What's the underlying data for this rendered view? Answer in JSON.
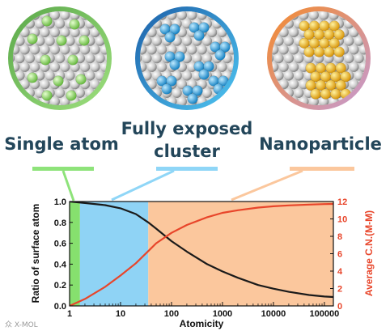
{
  "illustrations": {
    "single_atom_label": "Single atom",
    "cluster_label_line1": "Fully exposed",
    "cluster_label_line2": "cluster",
    "nanoparticle_label": "Nanoparticle",
    "colors": {
      "single_atom": "#8fd45c",
      "cluster": "#1aa0e0",
      "nanoparticle": "#f4b400",
      "ring_green": "#6fbf58",
      "ring_blue": "#1d7fc4",
      "ring_orange": "#f08a3c"
    }
  },
  "watermark": "众 X-MOL",
  "chart_data": {
    "type": "line",
    "xlabel": "Atomicity",
    "ylabel": "Ratio of surface atom",
    "y2label": "Average C.N.(M-M)",
    "xscale": "log",
    "xlim": [
      1,
      150000
    ],
    "ylim": [
      0,
      1.0
    ],
    "y2lim": [
      0,
      12
    ],
    "x_ticks": [
      "1",
      "10",
      "100",
      "1000",
      "10000",
      "100000"
    ],
    "y_ticks": [
      "0.0",
      "0.2",
      "0.4",
      "0.6",
      "0.8",
      "1.0"
    ],
    "y2_ticks": [
      "0",
      "2",
      "4",
      "6",
      "8",
      "10",
      "12"
    ],
    "regions": [
      {
        "x_from": 1,
        "x_to": 1.6,
        "color": "#86e06e"
      },
      {
        "x_from": 1.6,
        "x_to": 35,
        "color": "#8fd3f5"
      },
      {
        "x_from": 35,
        "x_to": 150000,
        "color": "#fbc79d"
      }
    ],
    "series": [
      {
        "axis": "left",
        "color": "#1a1a1a",
        "x": [
          1,
          2,
          5,
          10,
          20,
          35,
          50,
          100,
          200,
          500,
          1000,
          2000,
          5000,
          10000,
          20000,
          50000,
          100000,
          150000
        ],
        "values": [
          1.0,
          0.985,
          0.965,
          0.935,
          0.88,
          0.8,
          0.74,
          0.62,
          0.52,
          0.4,
          0.33,
          0.27,
          0.2,
          0.165,
          0.135,
          0.105,
          0.09,
          0.085
        ]
      },
      {
        "axis": "right",
        "color": "#e8452a",
        "x": [
          1,
          2,
          5,
          10,
          20,
          35,
          50,
          100,
          200,
          500,
          1000,
          2000,
          5000,
          10000,
          20000,
          50000,
          100000,
          150000
        ],
        "values": [
          0,
          0.8,
          2.2,
          3.5,
          4.9,
          6.3,
          7.2,
          8.4,
          9.3,
          10.2,
          10.7,
          11.0,
          11.3,
          11.45,
          11.55,
          11.65,
          11.7,
          11.72
        ]
      }
    ]
  }
}
